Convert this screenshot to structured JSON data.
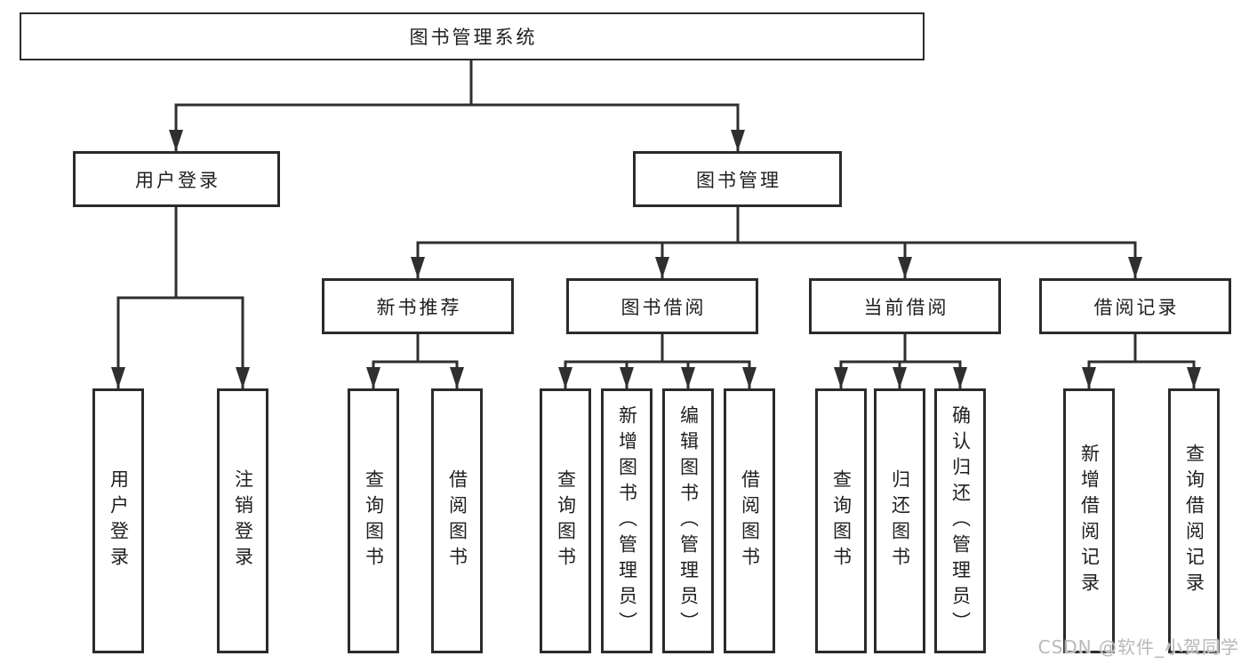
{
  "tree": {
    "label": "图书管理系统",
    "children": [
      {
        "label": "用户登录",
        "children": [
          {
            "label": "用户登录"
          },
          {
            "label": "注销登录"
          }
        ]
      },
      {
        "label": "图书管理",
        "children": [
          {
            "label": "新书推荐",
            "children": [
              {
                "label": "查询图书"
              },
              {
                "label": "借阅图书"
              }
            ]
          },
          {
            "label": "图书借阅",
            "children": [
              {
                "label": "查询图书"
              },
              {
                "label": "新增图书（管理员）"
              },
              {
                "label": "编辑图书（管理员）"
              },
              {
                "label": "借阅图书"
              }
            ]
          },
          {
            "label": "当前借阅",
            "children": [
              {
                "label": "查询图书"
              },
              {
                "label": "归还图书"
              },
              {
                "label": "确认归还（管理员）"
              }
            ]
          },
          {
            "label": "借阅记录",
            "children": [
              {
                "label": "新增借阅记录"
              },
              {
                "label": "查询借阅记录"
              }
            ]
          }
        ]
      }
    ]
  },
  "watermark": {
    "text": "CSDN @软件_小贺同学",
    "color": "#b9b9b9"
  },
  "colors": {
    "line": "#2f2f2f",
    "box_border": "#2b2b2b",
    "box_fill": "#ffffff",
    "text": "#1f1f1f",
    "background": "#ffffff"
  }
}
